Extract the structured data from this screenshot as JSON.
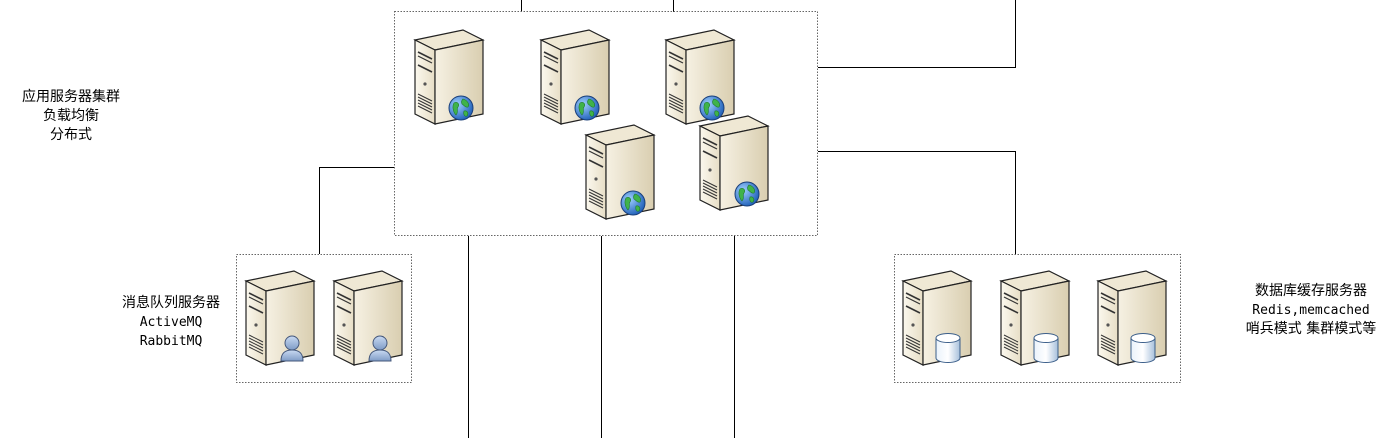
{
  "groups": {
    "app_cluster": {
      "lines": [
        "应用服务器集群",
        "负载均衡",
        "分布式"
      ],
      "server_count": 5,
      "server_badge_icon": "globe-icon"
    },
    "message_queue": {
      "lines": [
        "消息队列服务器",
        "ActiveMQ",
        "RabbitMQ"
      ],
      "server_count": 2,
      "server_badge_icon": "user-icon"
    },
    "db_cache": {
      "lines": [
        "数据库缓存服务器",
        "Redis,memcached",
        "哨兵模式 集群模式等"
      ],
      "server_count": 3,
      "server_badge_icon": "database-cylinder-icon"
    }
  }
}
